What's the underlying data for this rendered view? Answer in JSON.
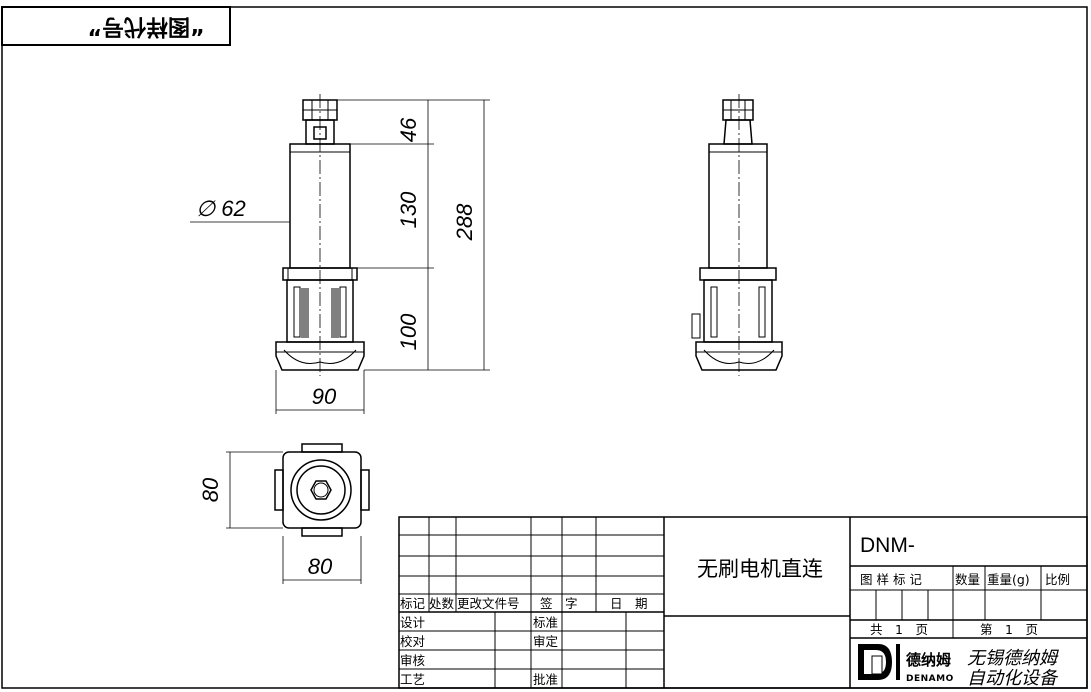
{
  "corner_label": "“图样代号”",
  "dimensions": {
    "d46": "46",
    "d130": "130",
    "d288": "288",
    "d100": "100",
    "d90": "90",
    "phi62": "∅ 62",
    "d80_side": "80",
    "d80_bottom": "80"
  },
  "title_block": {
    "product_name": "无刷电机直连",
    "drawing_no": "DNM-",
    "header_cells": [
      "标记",
      "处数",
      "更改文件号",
      "签　字",
      "日　期"
    ],
    "row_labels": [
      "设计",
      "校对",
      "审核",
      "工艺"
    ],
    "mid_labels": [
      "标准",
      "审定",
      "",
      "批准"
    ],
    "attr_labels": [
      "图 样 标 记",
      "数量",
      "重量(g)",
      "比例"
    ],
    "total_pages": "共　1　页",
    "page_no": "第　1　页",
    "company_line1": "无锡德纳姆",
    "company_line2": "自动化设备",
    "logo_text_cn": "德纳姆",
    "logo_text_en": "DENAMO"
  }
}
